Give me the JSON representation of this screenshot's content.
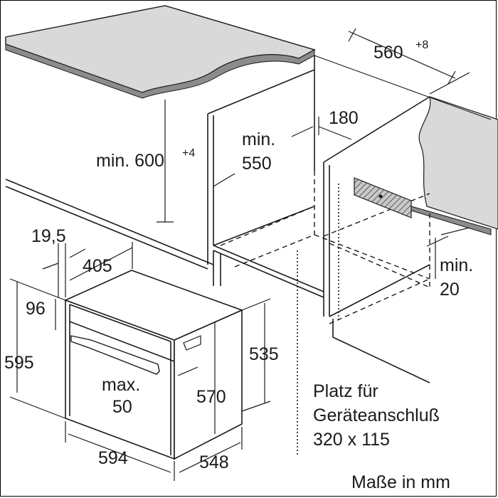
{
  "labels": {
    "niche_width": "560",
    "niche_width_tol": "+8",
    "niche_height": "min. 600",
    "niche_height_tol": "+4",
    "niche_depth_min": "min.",
    "niche_depth_val": "550",
    "back_gap": "180",
    "side_gap_min": "min.",
    "side_gap_val": "20",
    "front_thickness": "19,5",
    "oven_width_inner": "405",
    "top_offset": "96",
    "oven_height_total": "595",
    "oven_height_body": "535",
    "door_gap_max": "max.",
    "door_gap_val": "50",
    "body_height": "570",
    "oven_width": "594",
    "oven_depth": "548",
    "connection_line1": "Platz für",
    "connection_line2": "Geräteanschluß",
    "connection_line3": "320 x 115",
    "units": "Maße in mm"
  },
  "colors": {
    "ink": "#1a1a1a",
    "worktop_top": "#d9d9d9",
    "worktop_edge": "#8c8c8c",
    "wall": "#d9d9d9",
    "hatch_fill": "#bfbfbf"
  }
}
